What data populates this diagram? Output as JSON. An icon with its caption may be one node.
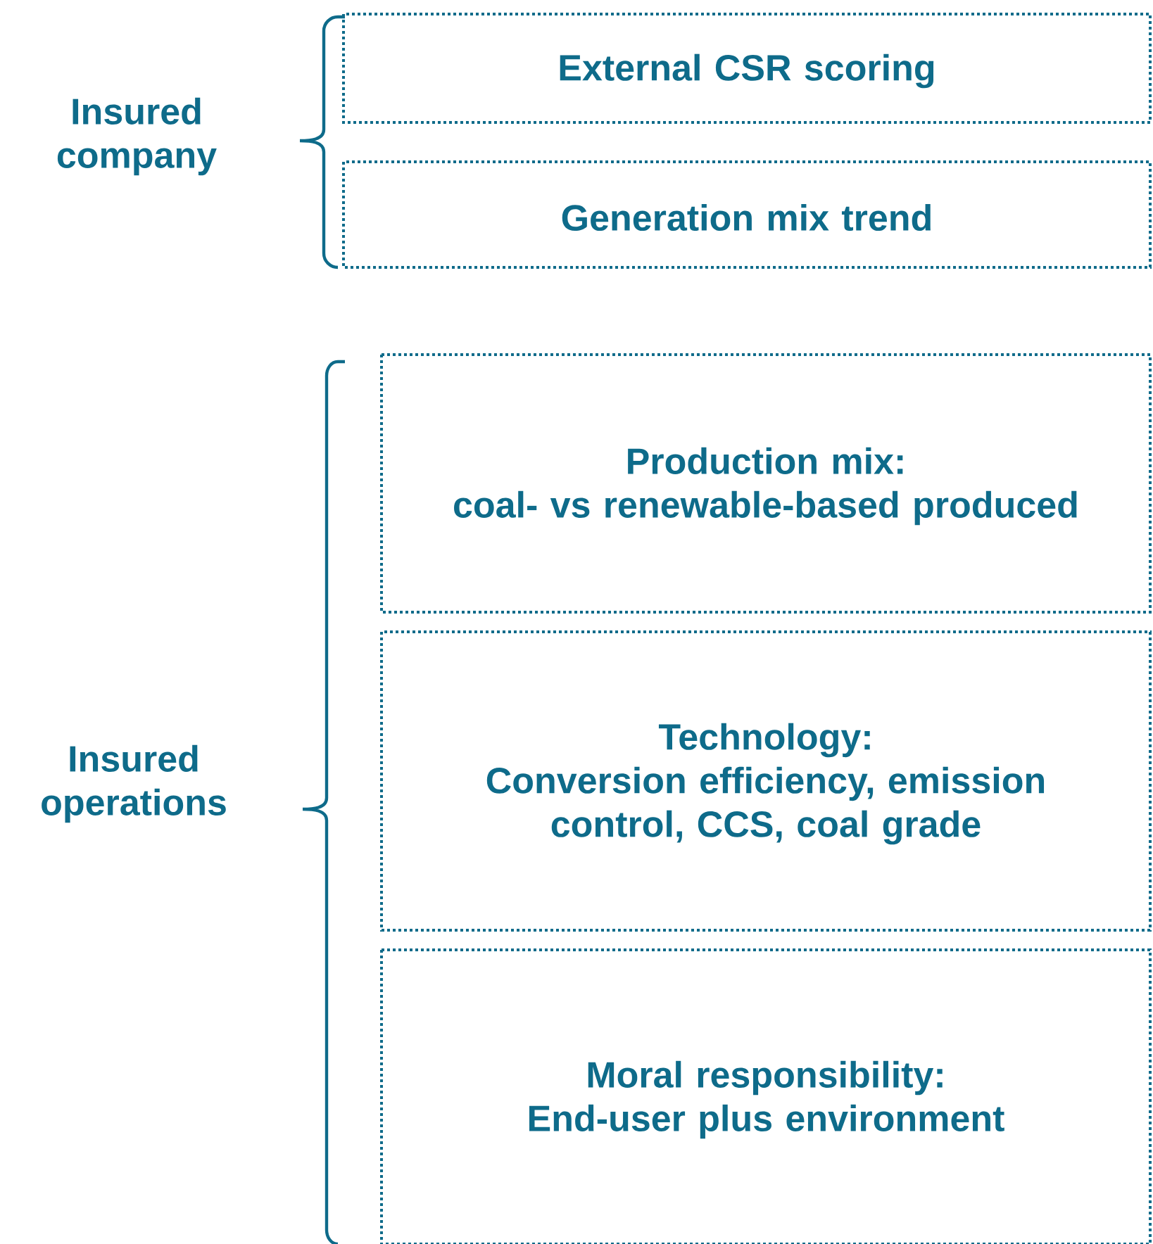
{
  "diagram": {
    "nodes": [
      {
        "text": [
          "External CSR scoring"
        ]
      },
      {
        "text": [
          "Generation mix trend"
        ]
      },
      {
        "text": [
          "Production mix:",
          "coal- vs renewable-based produced"
        ]
      },
      {
        "text": [
          "Technology:",
          "Conversion efficiency, emission control, CCS, coal grade"
        ]
      },
      {
        "text": [
          "Moral responsibility:",
          "End-user plus environment"
        ]
      }
    ],
    "labels": [
      "Insured company",
      "Insured operations"
    ]
  }
}
